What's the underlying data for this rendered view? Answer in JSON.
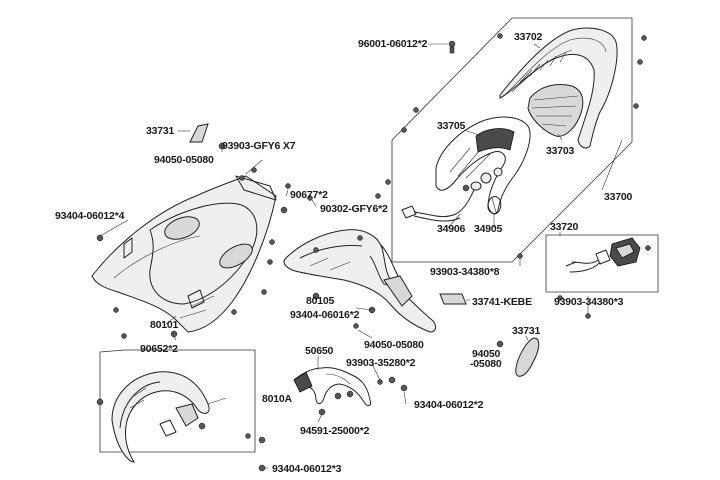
{
  "labels": {
    "l_96001": "96001-06012*2",
    "l_33702": "33702",
    "l_33731a": "33731",
    "l_93903_gfy6": "93903-GFY6 X7",
    "l_94050a": "94050-05080",
    "l_90677": "90677*2",
    "l_90302": "90302-GFY6*2",
    "l_33705": "33705",
    "l_33703": "33703",
    "l_33700": "33700",
    "l_93404a": "93404-06012*4",
    "l_34906": "34906",
    "l_34905": "34905",
    "l_33720": "33720",
    "l_93903_34380a": "93903-34380*8",
    "l_33741": "33741-KEBE",
    "l_93903_34380b": "93903-34380*3",
    "l_80105": "80105",
    "l_93404_06016": "93404-06016*2",
    "l_80101": "80101",
    "l_94050b": "94050-05080",
    "l_33731b": "33731",
    "l_90652": "90652*2",
    "l_94050c1": "94050",
    "l_94050c2": "-05080",
    "l_50650": "50650",
    "l_93903_35280": "93903-35280*2",
    "l_8010a": "8010A",
    "l_93404b": "93404-06012*2",
    "l_94591": "94591-25000*2",
    "l_93404c": "93404-06012*3"
  },
  "colors": {
    "line": "#222222",
    "shade": "#d8d8d8",
    "dark": "#4a4a4a",
    "background": "#ffffff"
  },
  "icons": {
    "bolt": "bolt-icon",
    "washer": "washer-icon"
  }
}
